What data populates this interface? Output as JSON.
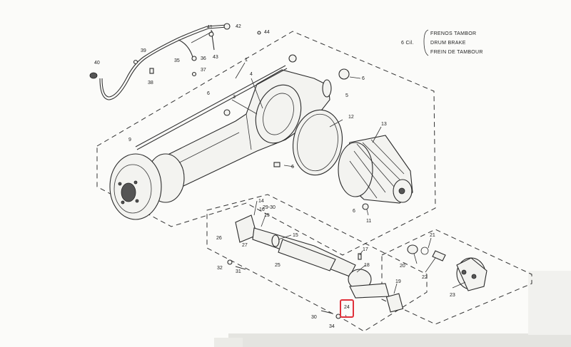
{
  "header": {
    "cyl": "6 Cil.",
    "lines": [
      "FRENOS TAMBOR",
      "DRUM BRAKE",
      "FREIN DE TAMBOUR"
    ]
  },
  "callouts": {
    "n1": "1",
    "n3": "3",
    "n4": "4",
    "n5": "5",
    "n6a": "6",
    "n6b": "6",
    "n6c": "6",
    "n6d": "6",
    "n11": "11",
    "n12": "12",
    "n13": "13",
    "n14": "14",
    "n15a": "15",
    "n15b": "15",
    "n16": "16",
    "n17": "17",
    "n18": "18",
    "n19": "19",
    "n20": "20",
    "n21": "21",
    "n22": "22",
    "n23": "23",
    "n24": "24",
    "n25": "25",
    "n26": "26",
    "n27": "27",
    "n2930": "29-30",
    "n30": "30",
    "n31": "31",
    "n32": "32",
    "n34": "34",
    "n35": "35",
    "n36": "36",
    "n37": "37",
    "n38": "38",
    "n39": "39",
    "n40": "40",
    "n41": "41",
    "n42": "42",
    "n43": "43",
    "n44": "44",
    "n9": "9"
  },
  "highlight": {
    "label": "24",
    "color": "#e0303a"
  }
}
